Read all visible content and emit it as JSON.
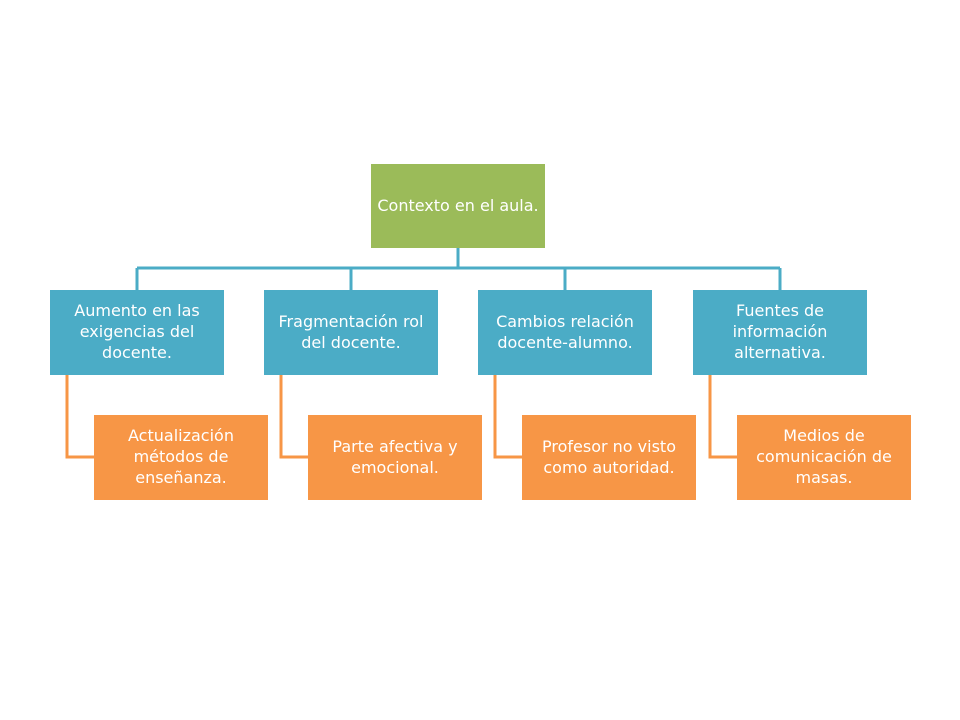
{
  "colors": {
    "root": "#9bbb59",
    "level1": "#4bacc6",
    "level2": "#f79646",
    "connector_blue": "#4bacc6",
    "connector_orange": "#f79646"
  },
  "diagram": {
    "root": "Contexto en el aula.",
    "branches": [
      {
        "label": "Aumento en las exigencias del docente.",
        "child": "Actualización métodos de enseñanza."
      },
      {
        "label": "Fragmentación rol del docente.",
        "child": "Parte afectiva y emocional."
      },
      {
        "label": "Cambios relación docente-alumno.",
        "child": "Profesor no visto como autoridad."
      },
      {
        "label": "Fuentes de información alternativa.",
        "child": "Medios de comunicación de masas."
      }
    ]
  }
}
